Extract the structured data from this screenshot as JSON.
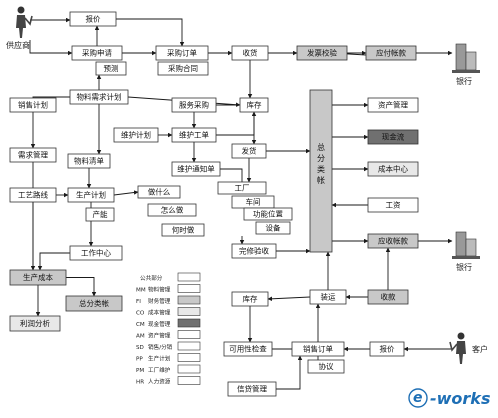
{
  "colors": {
    "line": "#1a1a1a",
    "box_fill": "#ffffff",
    "box_stroke": "#333333",
    "fi": "#c8c8c8",
    "co": "#e8e8e8",
    "cm": "#707070",
    "mm": "#ffffff",
    "pp": "#ffffff",
    "pm": "#ffffff",
    "hr": "#ffffff",
    "am": "#ffffff",
    "sd": "#ffffff",
    "watermark": "#1e6fb5"
  },
  "labels": {
    "supplier": "供应商",
    "bank_top": "银行",
    "bank_mid": "银行",
    "customer": "客户"
  },
  "nodes": {
    "quote_top": "报价",
    "purchase_req": "采购申请",
    "forecast": "预测",
    "purchase_order": "采购订单",
    "purchase_contract": "采购合同",
    "receive": "收货",
    "invoice_check": "发票校验",
    "payable": "应付帐款",
    "mrp": "物料需求计划",
    "sales_plan": "销售计划",
    "service_purchase": "服务采购",
    "inventory_top": "库存",
    "asset_mgmt": "资产管理",
    "demand_mgmt": "需求管理",
    "maint_plan": "维护计划",
    "maint_order": "维护工单",
    "cash_flow": "现金流",
    "bom": "物料清单",
    "ship_goods": "发货",
    "maint_notice": "维护通知单",
    "cost_center": "成本中心",
    "routing": "工艺路线",
    "prod_plan": "生产计划",
    "capacity": "产能",
    "what": "做什么",
    "how": "怎么做",
    "when": "何时做",
    "factory": "工厂",
    "workshop": "车间",
    "function_pos": "功能位置",
    "equipment": "设备",
    "salary": "工资",
    "work_center": "工作中心",
    "complete_check": "完修验收",
    "receivable": "应收帐款",
    "prod_cost": "生产成本",
    "gl_mid": "总分类帐",
    "profit_analysis": "利润分析",
    "inventory_bottom": "库存",
    "transport": "装运",
    "collection": "收款",
    "availability": "可用性检查",
    "sales_order": "销售订单",
    "quote_bottom": "报价",
    "agreement": "协议",
    "credit_mgmt": "信贷管理",
    "gl_center": "总分类帐"
  },
  "legend": {
    "title": "公共部分",
    "items": [
      {
        "code": "MM",
        "name": "物料管理",
        "color": "#ffffff"
      },
      {
        "code": "FI",
        "name": "财务管理",
        "color": "#c8c8c8"
      },
      {
        "code": "CO",
        "name": "成本管理",
        "color": "#e8e8e8"
      },
      {
        "code": "CM",
        "name": "现金管理",
        "color": "#707070"
      },
      {
        "code": "AM",
        "name": "资产管理",
        "color": "#ffffff"
      },
      {
        "code": "SD",
        "name": "销售/分销",
        "color": "#ffffff"
      },
      {
        "code": "PP",
        "name": "生产计划",
        "color": "#ffffff"
      },
      {
        "code": "PM",
        "name": "工厂维护",
        "color": "#ffffff"
      },
      {
        "code": "HR",
        "name": "人力资源",
        "color": "#ffffff"
      }
    ]
  },
  "watermark": {
    "prefix": "e",
    "text": "-works"
  }
}
